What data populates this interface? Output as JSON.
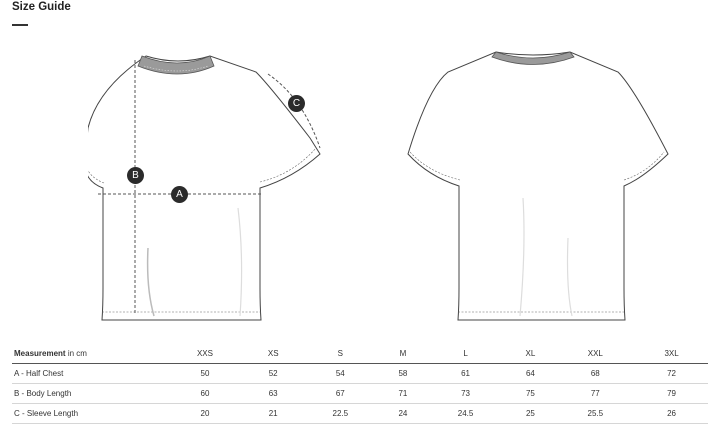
{
  "page": {
    "title": "Size Guide"
  },
  "diagram": {
    "labels": {
      "a": "A",
      "b": "B",
      "c": "C"
    }
  },
  "table": {
    "header_bold": "Measurement",
    "header_unit": "in cm",
    "sizes": [
      "XXS",
      "XS",
      "S",
      "M",
      "L",
      "XL",
      "XXL",
      "3XL"
    ],
    "rows": [
      {
        "label": "A - Half Chest",
        "values": [
          "50",
          "52",
          "54",
          "58",
          "61",
          "64",
          "68",
          "72"
        ]
      },
      {
        "label": "B - Body Length",
        "values": [
          "60",
          "63",
          "67",
          "71",
          "73",
          "75",
          "77",
          "79"
        ]
      },
      {
        "label": "C - Sleeve Length",
        "values": [
          "20",
          "21",
          "22.5",
          "24",
          "24.5",
          "25",
          "25.5",
          "26"
        ]
      }
    ]
  }
}
